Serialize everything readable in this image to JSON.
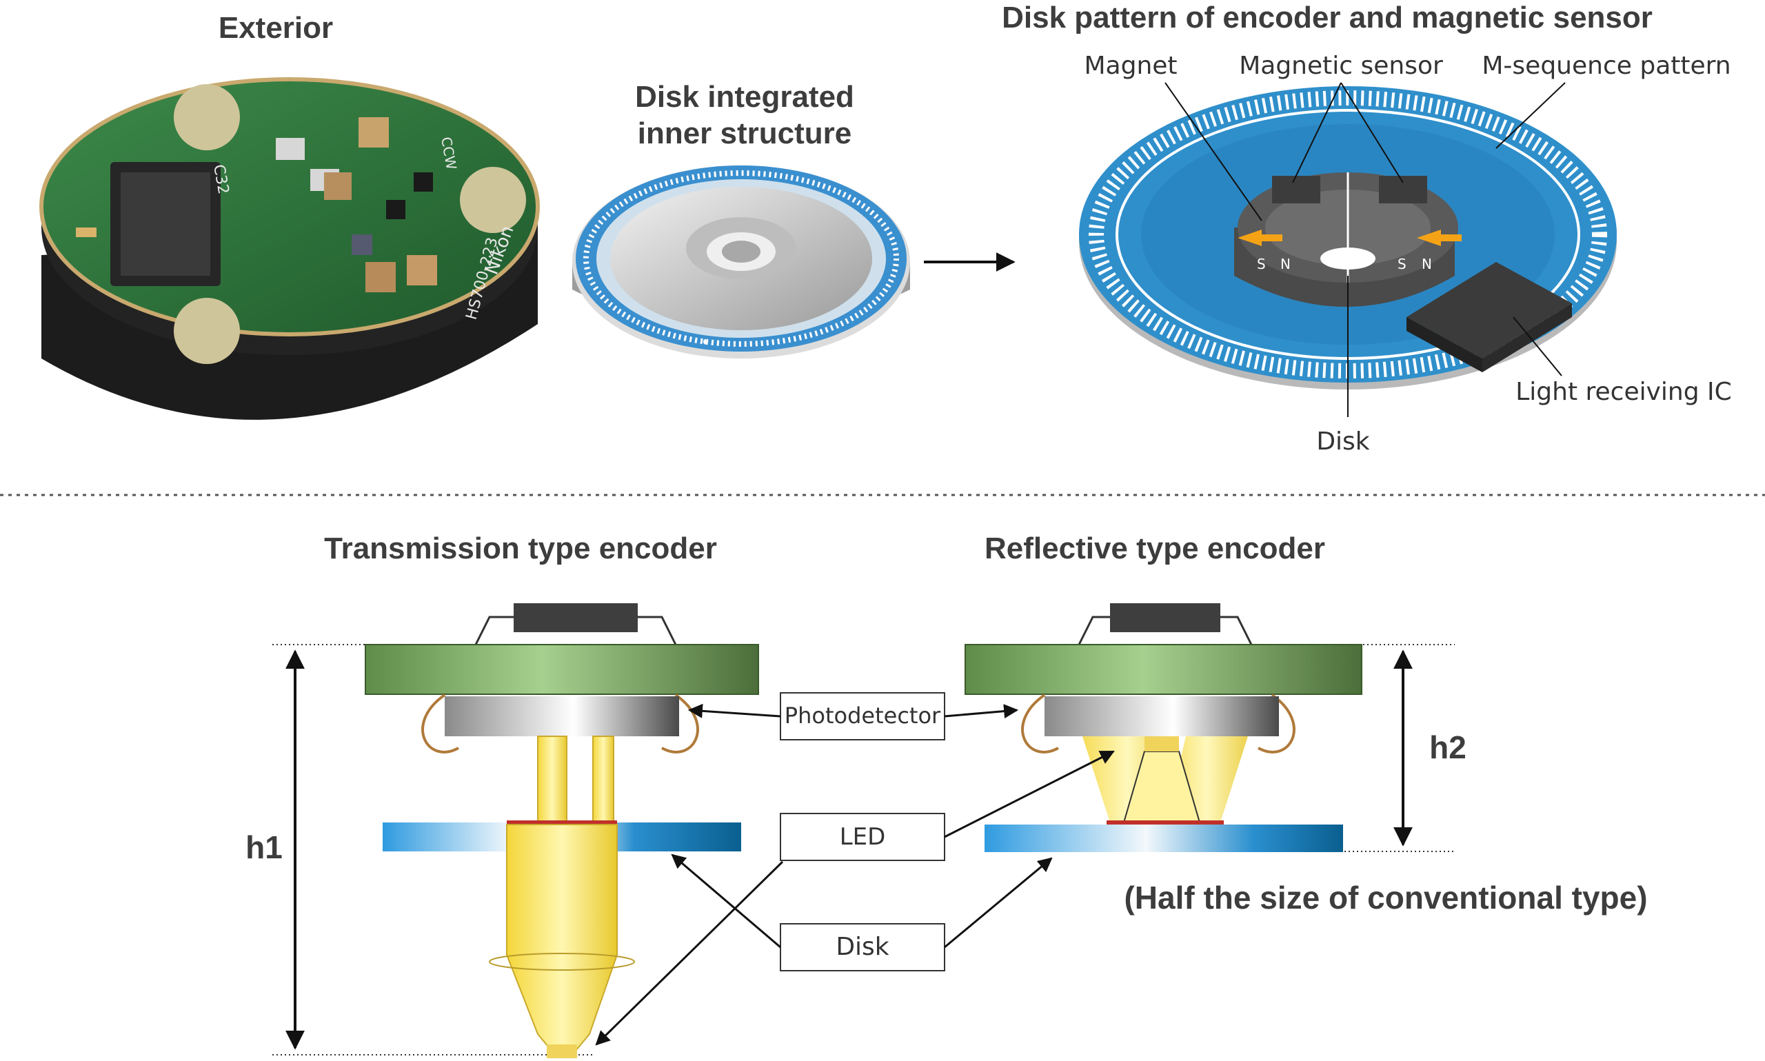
{
  "top": {
    "exterior_title": "Exterior",
    "disk_integrated_title_line1": "Disk integrated",
    "disk_integrated_title_line2": "inner structure",
    "disk_pattern_title": "Disk pattern of encoder and magnetic sensor",
    "callouts": {
      "magnet": "Magnet",
      "magnetic_sensor": "Magnetic sensor",
      "m_sequence": "M-sequence pattern",
      "light_receiving_ic": "Light receiving IC",
      "disk": "Disk",
      "pole_s": "S",
      "pole_n": "N"
    },
    "pcb_marks": {
      "brand": "Nikon",
      "model": "HS700-223",
      "ref": "C32",
      "connector": "CCW"
    }
  },
  "bottom": {
    "transmission_title": "Transmission type encoder",
    "reflective_title": "Reflective type encoder",
    "photodetector_label": "Photodetector",
    "led_label": "LED",
    "disk_label": "Disk",
    "h1_label": "h1",
    "h2_label": "h2",
    "half_size_note": "(Half the size of conventional type)"
  },
  "colors": {
    "pcb_green": "#2f6e3a",
    "disk_blue": "#2d8ac8",
    "board_green": "#7fb26c",
    "light_yellow": "#f5e04a",
    "arrow_orange": "#f5a316",
    "text_dark": "#3d3d3d"
  },
  "icons": {
    "arrow": "arrow-icon"
  }
}
